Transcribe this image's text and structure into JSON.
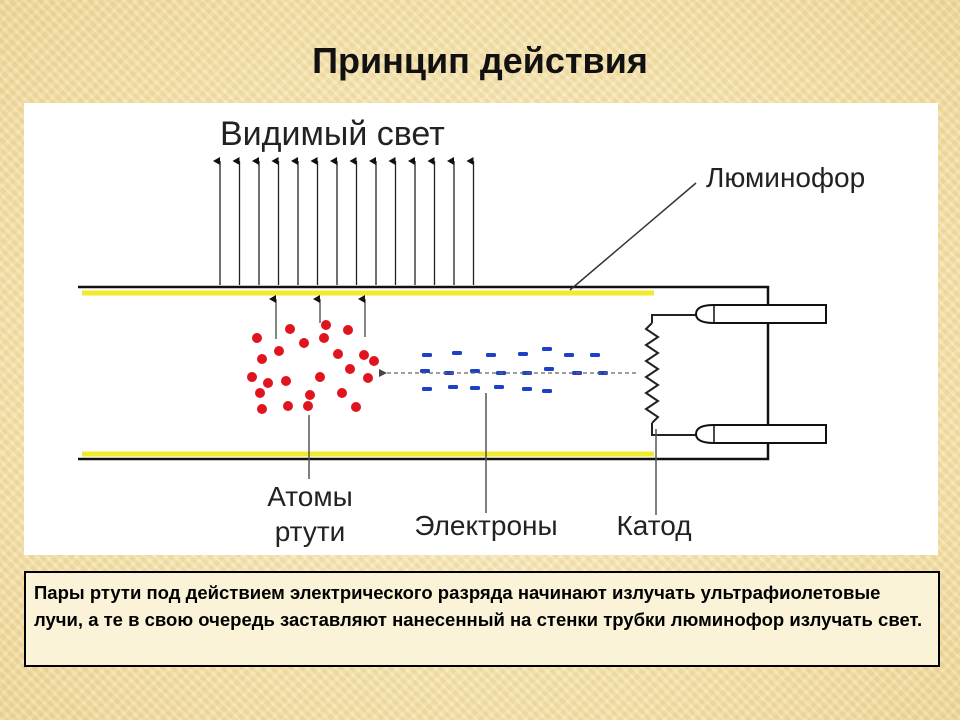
{
  "slide": {
    "title": "Принцип действия",
    "caption": "Пары ртути под действием электрического разряда начинают излучать ультрафиолетовые лучи, а те в свою очередь заставляют нанесенный на стенки трубки люминофор излучать свет."
  },
  "diagram": {
    "labels": {
      "visible_light": "Видимый свет",
      "phosphor": "Люминофор",
      "mercury_atoms_line1": "Атомы",
      "mercury_atoms_line2": "ртути",
      "electrons": "Электроны",
      "cathode": "Катод"
    },
    "colors": {
      "phosphor": "#f2ea2a",
      "mercury_atom": "#e0141e",
      "electron": "#1e3fc8",
      "outline": "#111111"
    }
  }
}
